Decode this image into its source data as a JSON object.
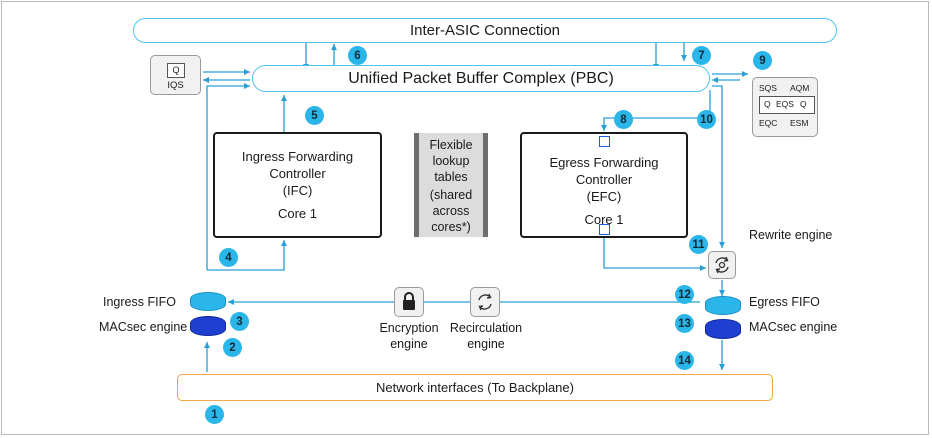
{
  "inter_asic": {
    "label": "Inter-ASIC Connection"
  },
  "pbc": {
    "label": "Unified Packet Buffer Complex (PBC)"
  },
  "iqs": {
    "label": "IQS",
    "q": "Q"
  },
  "eqs_panel": {
    "sqs": "SQS",
    "aqm": "AQM",
    "q_left": "Q",
    "eqs": "EQS",
    "q_right": "Q",
    "eqc": "EQC",
    "esm": "ESM"
  },
  "ifc": {
    "line1": "Ingress Forwarding",
    "line2": "Controller",
    "line3": "(IFC)",
    "core": "Core 1"
  },
  "flexible": {
    "line1": "Flexible",
    "line2": "lookup",
    "line3": "tables",
    "line4": "(shared",
    "line5": "across",
    "line6": "cores*)"
  },
  "efc": {
    "line1": "Egress Forwarding",
    "line2": "Controller",
    "line3": "(EFC)",
    "core": "Core 1"
  },
  "labels": {
    "rewrite_engine": "Rewrite engine",
    "ingress_fifo": "Ingress FIFO",
    "macsec_left": "MACsec engine",
    "egress_fifo": "Egress FIFO",
    "macsec_right": "MACsec engine",
    "encryption_l1": "Encryption",
    "encryption_l2": "engine",
    "recirculation_l1": "Recirculation",
    "recirculation_l2": "engine"
  },
  "network": {
    "label": "Network interfaces (To Backplane)"
  },
  "badges": [
    "1",
    "2",
    "3",
    "4",
    "5",
    "6",
    "7",
    "8",
    "9",
    "10",
    "11",
    "12",
    "13",
    "14"
  ],
  "colors": {
    "accent": "#2bb6ea",
    "arrow": "#2a9fd6",
    "orange": "#f0a64a",
    "fifo_light": "#2bb6ea",
    "fifo_dark": "#1e3fd0"
  }
}
